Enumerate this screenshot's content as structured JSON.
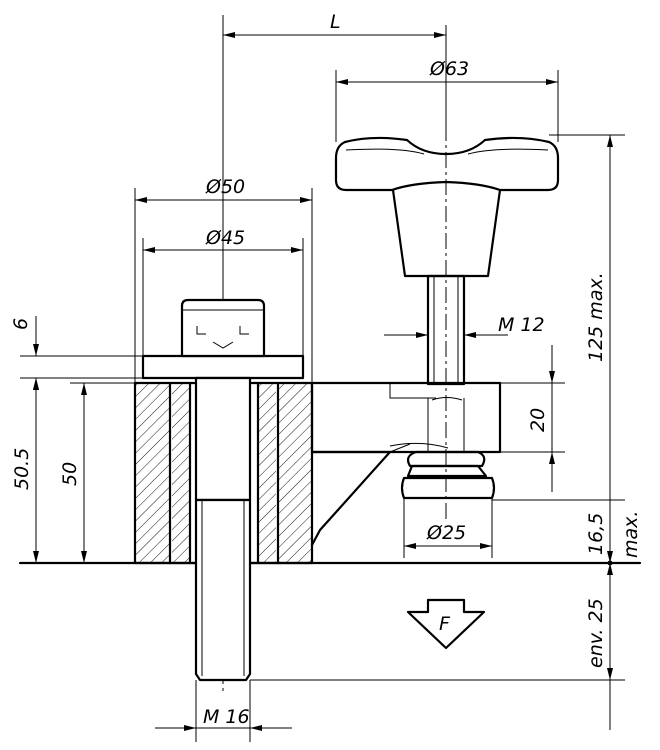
{
  "dimensions": {
    "length": "L",
    "knob_diameter": "Ø63",
    "outer_diameter": "Ø50",
    "inner_diameter": "Ø45",
    "screw_head_thickness": "6",
    "thread_knob": "M 12",
    "height_max": "125 max.",
    "clamp_height": "20",
    "base_height_outer": "50.5",
    "base_height_inner": "50",
    "pad_diameter": "Ø25",
    "pad_offset_value": "16,5",
    "pad_offset_max": "max.",
    "stud_length": "env. 25",
    "force": "F",
    "thread_stud": "M 16"
  }
}
